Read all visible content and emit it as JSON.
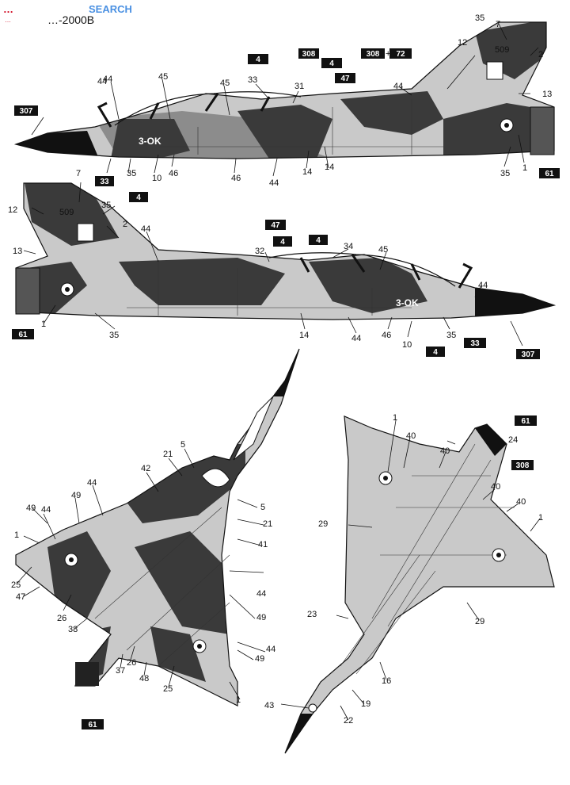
{
  "watermark": {
    "brand": "…",
    "search": "SEARCH",
    "site": "…"
  },
  "title": "…-2000B",
  "colors": {
    "dark": "#3a3a3a",
    "mid": "#8c8c8c",
    "light": "#c9c9c9",
    "black": "#111111",
    "paper": "#ffffff",
    "watermark_red": "#d0021b"
  },
  "markings": {
    "code": "3-OK",
    "number": "509"
  },
  "side_top": {
    "labels": [
      "44",
      "45",
      "45",
      "33",
      "31",
      "35",
      "7",
      "2",
      "12",
      "13",
      "44",
      "44",
      "307",
      "33",
      "35",
      "10",
      "46",
      "46",
      "44",
      "14",
      "14",
      "35",
      "1"
    ],
    "boxes": [
      "4",
      "308",
      "4",
      "47",
      "308",
      "72",
      "307",
      "33",
      "4",
      "61"
    ]
  },
  "side_bottom": {
    "labels": [
      "7",
      "12",
      "35",
      "2",
      "13",
      "44",
      "32",
      "34",
      "45",
      "44",
      "1",
      "35",
      "14",
      "44",
      "46",
      "10",
      "35"
    ],
    "boxes": [
      "47",
      "4",
      "4",
      "61",
      "4",
      "33",
      "307"
    ]
  },
  "plan_top": {
    "labels": [
      "5",
      "21",
      "42",
      "44",
      "49",
      "44",
      "49",
      "1",
      "25",
      "47",
      "26",
      "38",
      "37",
      "26",
      "48",
      "25",
      "5",
      "21",
      "41",
      "44",
      "49",
      "44",
      "49",
      "1"
    ],
    "boxes": [
      "61"
    ]
  },
  "plan_bottom": {
    "labels": [
      "1",
      "40",
      "40",
      "24",
      "40",
      "29",
      "40",
      "1",
      "23",
      "29",
      "16",
      "19",
      "43",
      "22"
    ],
    "boxes": [
      "61",
      "308"
    ]
  }
}
